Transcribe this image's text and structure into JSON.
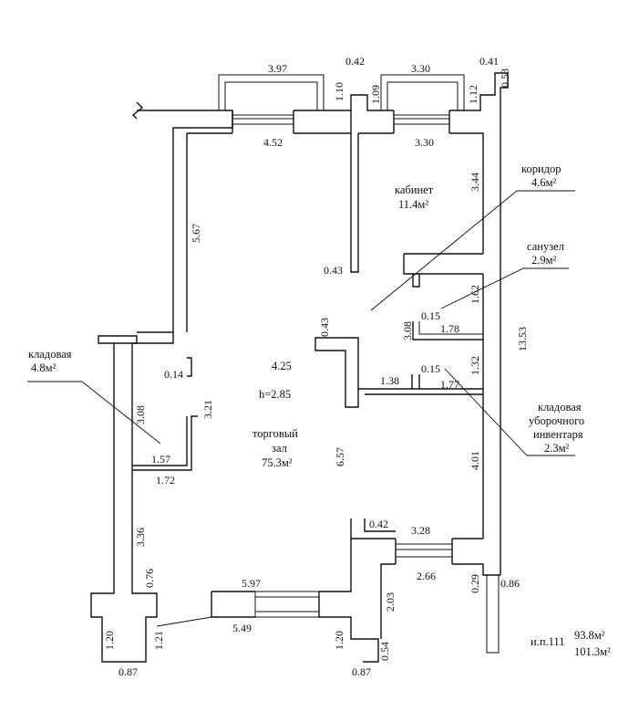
{
  "rooms": {
    "corridor": {
      "name": "коридор",
      "area": "4.6м²"
    },
    "office": {
      "name": "кабинет",
      "area": "11.4м²"
    },
    "bathroom": {
      "name": "санузел",
      "area": "2.9м²"
    },
    "storage": {
      "name": "кладовая",
      "area": "4.8м²"
    },
    "cleaning_storage": {
      "line1": "кладовая",
      "line2": "уборочного",
      "line3": "инвентаря",
      "area": "2.3м²"
    },
    "sales_hall": {
      "line1": "торговый",
      "line2": "зал",
      "area": "75.3м²"
    }
  },
  "hall_width": "4.25",
  "ceiling_height": "h=2.85",
  "dimensions": {
    "top_window_left": "3.97",
    "top_window_right": "3.30",
    "top_pier_left": "0.42",
    "top_pier_right": "0.41",
    "top_corner_right": "0.53",
    "top_depth_1": "1.10",
    "top_depth_2": "1.09",
    "top_depth_3": "1.12",
    "hall_top_width": "4.52",
    "office_width": "3.30",
    "office_depth": "3.44",
    "hall_left_depth": "5.67",
    "partition_stub": "0.43",
    "partition_stub_2": "0.43",
    "bath_depth": "1.62",
    "bath_sub_height": "3.08",
    "bath_wall": "0.15",
    "bath_width": "1.78",
    "total_right": "13.53",
    "column_width": "0.14",
    "cleaning_gap": "1.38",
    "cleaning_wall": "0.15",
    "cleaning_width": "1.77",
    "cleaning_depth": "1.32",
    "storage_depth": "3.08",
    "storage_right_height": "3.21",
    "storage_inner_width": "1.57",
    "storage_outer_width": "1.72",
    "hall_mid_depth": "6.57",
    "right_lower_depth": "4.01",
    "lower_pier": "0.42",
    "lower_window": "3.28",
    "lower_opening": "2.66",
    "lower_right_small": "0.29",
    "lower_right_corner": "0.86",
    "left_lower_depth": "3.36",
    "left_small": "0.76",
    "entrance_window_top": "5.97",
    "entrance_window_bottom": "5.49",
    "entrance_right_depth": "2.03",
    "left_bottom_depth": "1.20",
    "left_bottom_depth_2": "1.21",
    "right_bottom_depth": "1.20",
    "right_bottom_small": "0.54",
    "left_bottom_width": "0.87",
    "right_bottom_width": "0.87"
  },
  "footer": {
    "label": "и.п.111",
    "area_main": "93.8м²",
    "area_total": "101.3м²"
  }
}
